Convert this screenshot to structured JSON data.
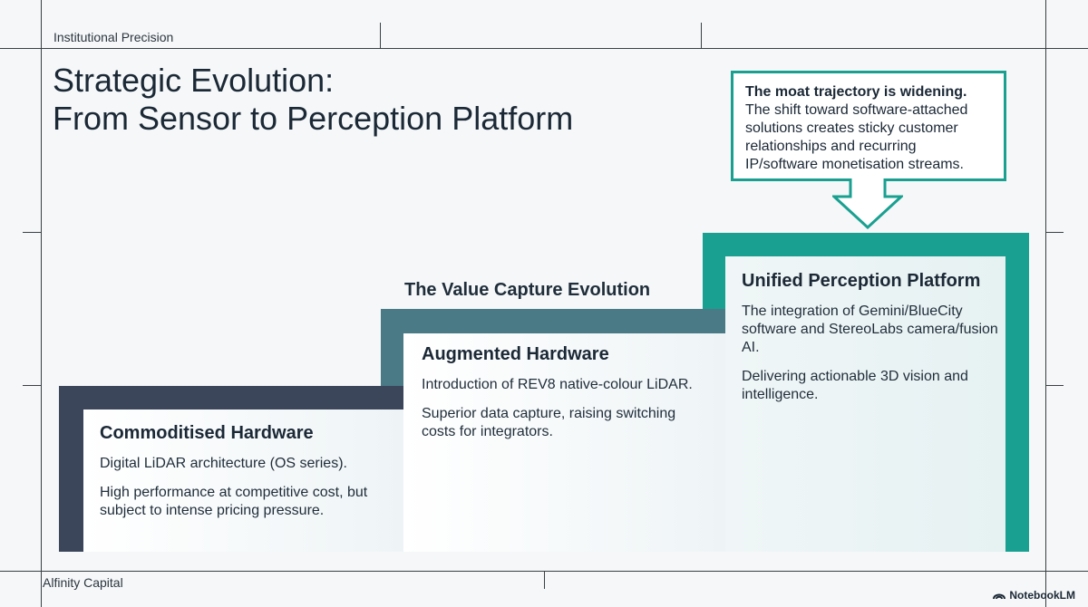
{
  "header": {
    "label": "Institutional Precision"
  },
  "title": {
    "line1": "Strategic Evolution:",
    "line2": "From Sensor to Perception Platform"
  },
  "callout": {
    "heading": "The moat trajectory is widening.",
    "body": "The shift toward software-attached solutions creates sticky customer relationships and recurring IP/software monetisation streams."
  },
  "section_label": "The Value Capture Evolution",
  "steps": [
    {
      "title": "Commoditised Hardware",
      "points": [
        "Digital LiDAR architecture (OS series).",
        "High performance at competitive cost, but subject to intense pricing pressure."
      ]
    },
    {
      "title": "Augmented Hardware",
      "points": [
        "Introduction of REV8 native-colour LiDAR.",
        "Superior data capture, raising switching costs for integrators."
      ]
    },
    {
      "title": "Unified Perception Platform",
      "points": [
        "The integration of Gemini/BlueCity software and StereoLabs camera/fusion AI.",
        "Delivering actionable 3D vision and intelligence."
      ]
    }
  ],
  "footer": {
    "label": "Alfinity Capital"
  },
  "brand": {
    "label": "NotebookLM",
    "icon": "notebooklm-logo-icon"
  },
  "colors": {
    "step1": "#3b465a",
    "step2": "#4a7a86",
    "step3": "#1aa091",
    "callout_border": "#1aa091"
  }
}
